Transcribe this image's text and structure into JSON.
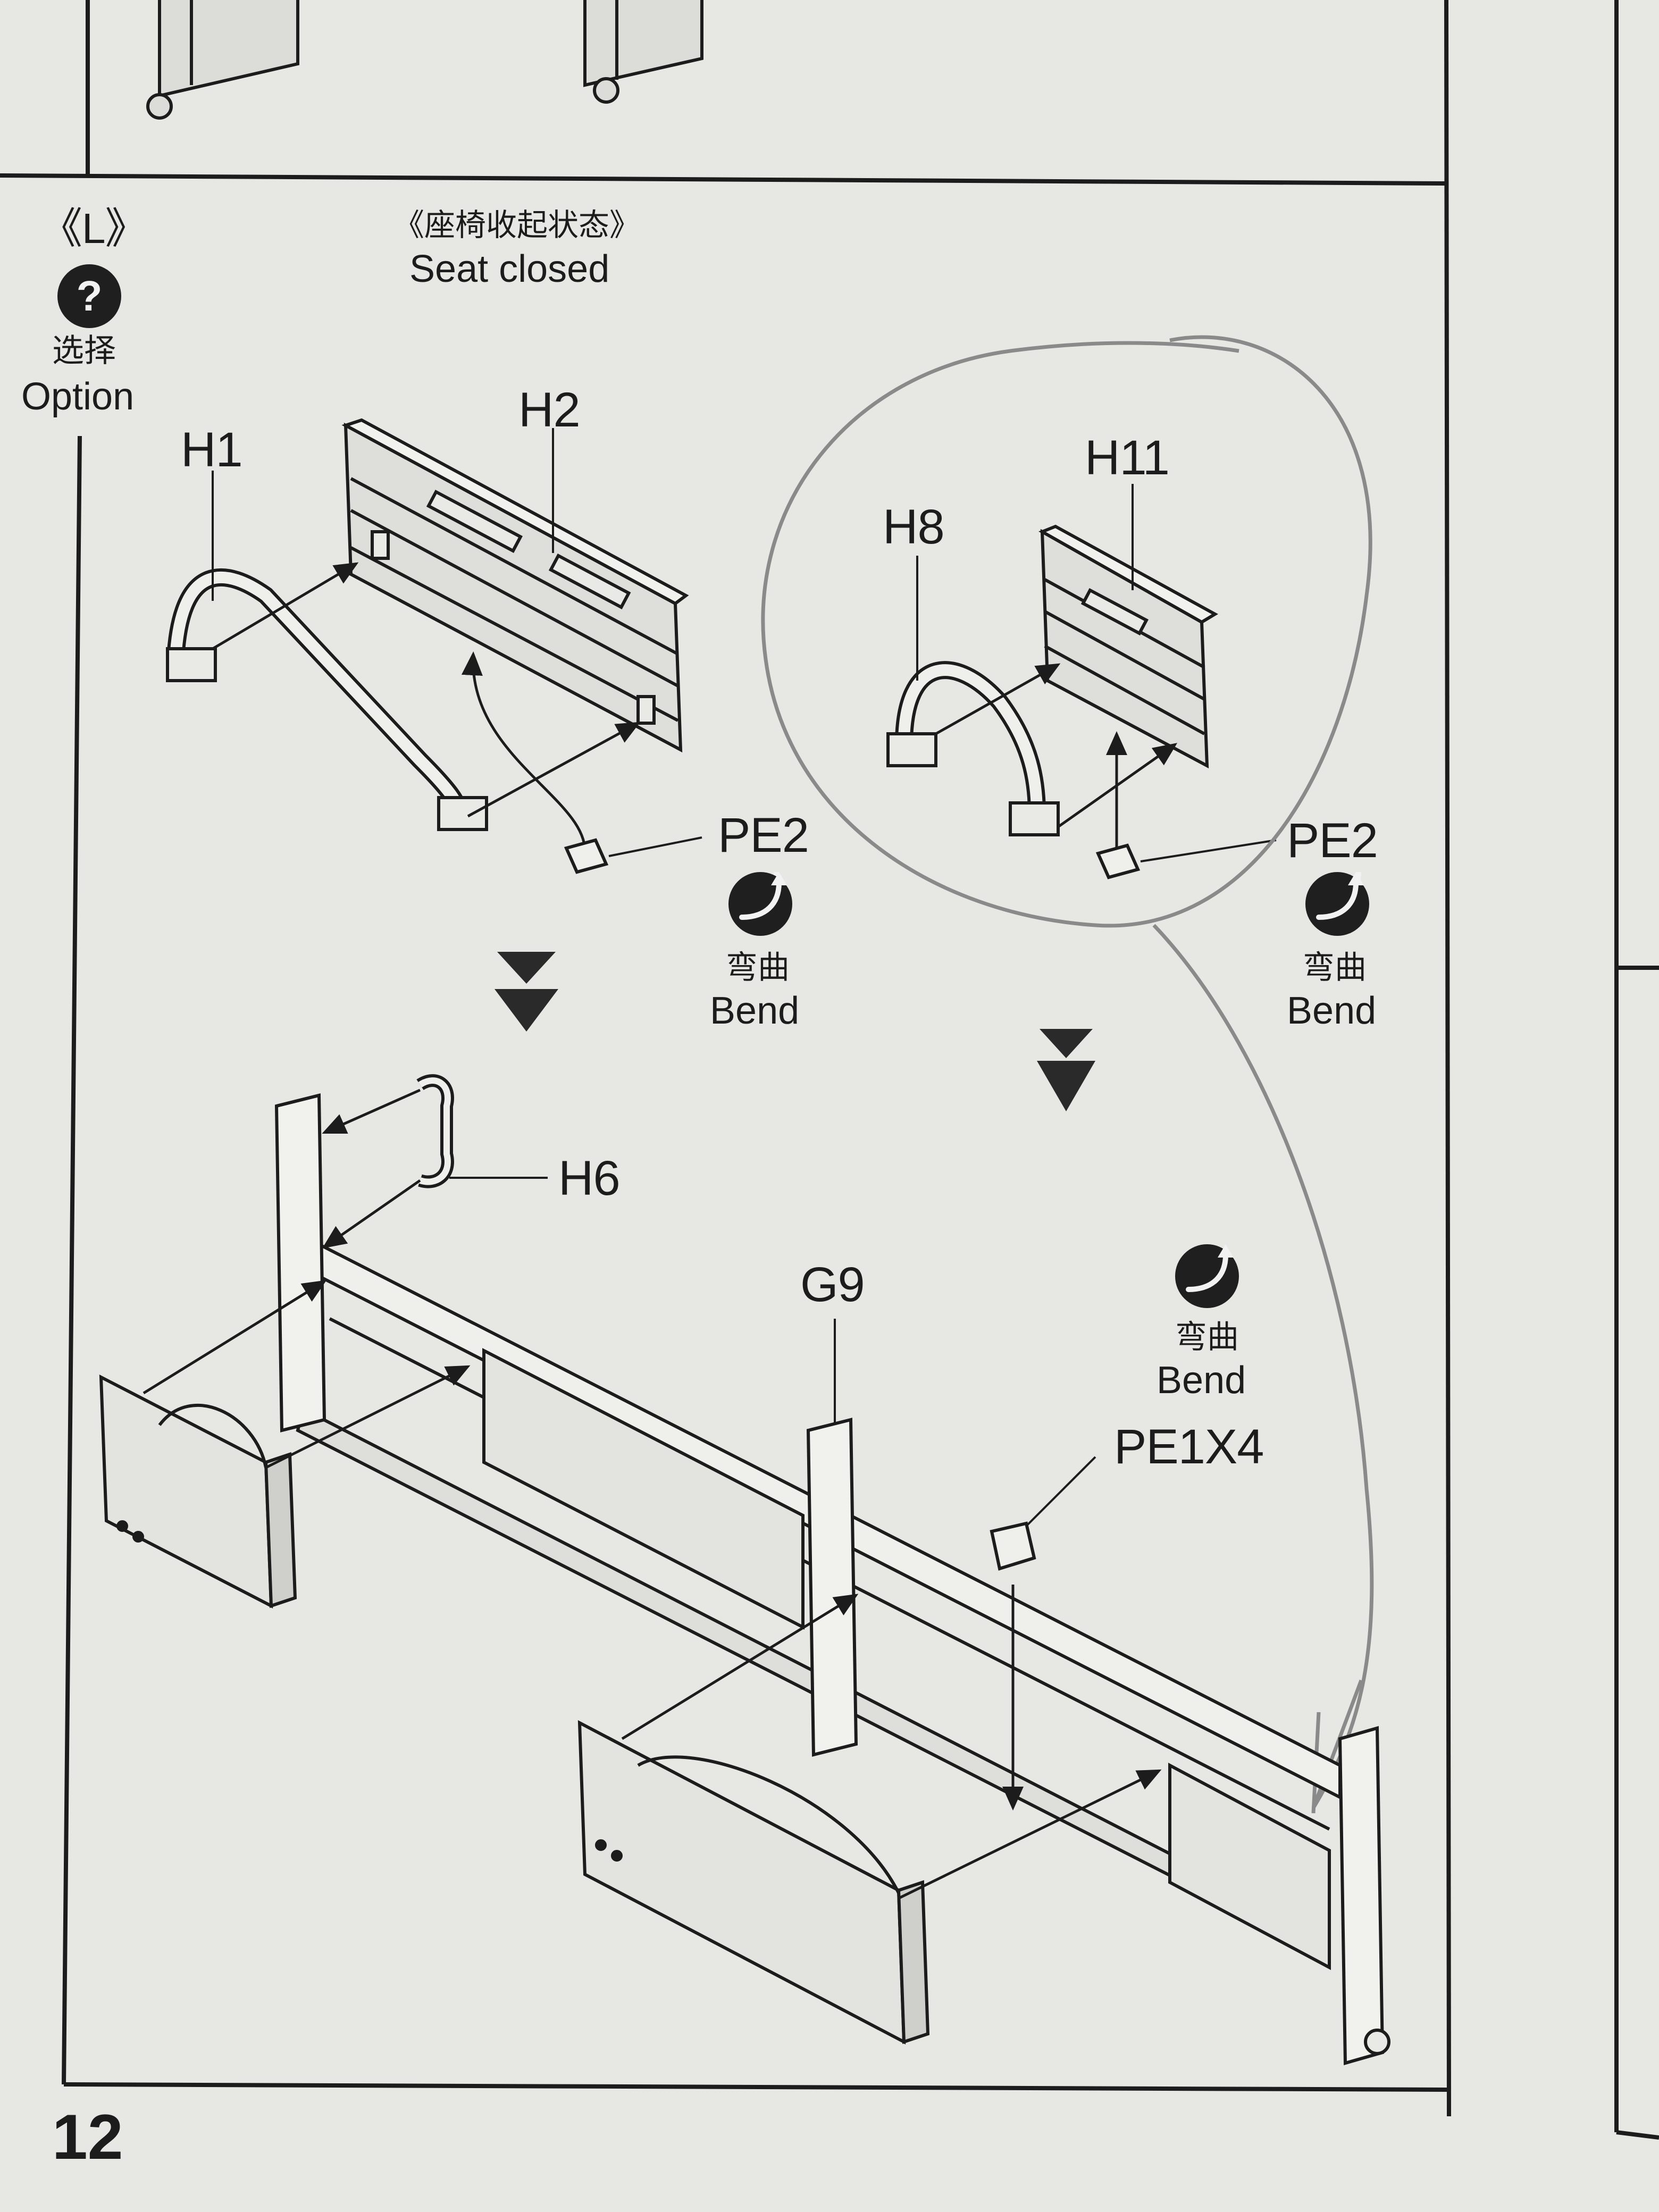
{
  "page_number": "12",
  "step": {
    "letter": "《L》",
    "option_cn": "选择",
    "option_en": "Option",
    "option_badge": "?"
  },
  "title": {
    "cn": "《座椅收起状态》",
    "en": "Seat closed"
  },
  "parts": {
    "h1": "H1",
    "h2": "H2",
    "h8": "H8",
    "h11": "H11",
    "pe2_left": "PE2",
    "pe2_right": "PE2",
    "h6": "H6",
    "g9": "G9",
    "pe1x4": "PE1X4"
  },
  "bend": {
    "cn": "弯曲",
    "en": "Bend"
  },
  "icons": {
    "option": "question-icon",
    "bend": "bend-arrow-icon",
    "step_arrow": "down-arrow-icon"
  },
  "colors": {
    "paper": "#e7e7e3",
    "ink": "#1c1c1c",
    "pencil": "#8a8a8a"
  }
}
